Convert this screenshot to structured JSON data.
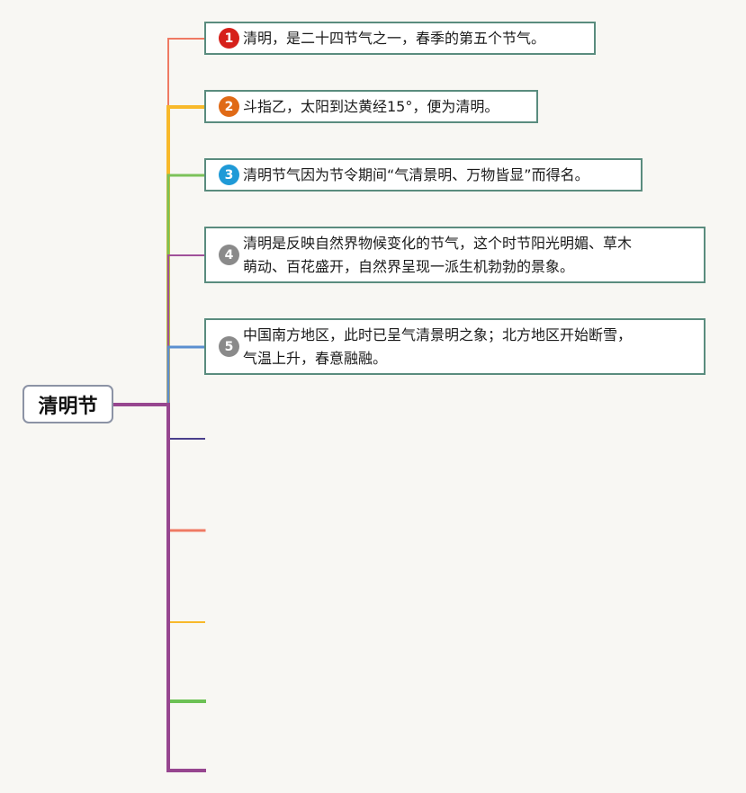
{
  "root": {
    "label": "清明节"
  },
  "nodes": [
    {
      "badge": "1",
      "text": "清明，是二十四节气之一，春季的第五个节气。",
      "badge_color": "#d6201a",
      "branch_color": "#ef7a63"
    },
    {
      "badge": "2",
      "text": "斗指乙，太阳到达黄经15°，便为清明。",
      "badge_color": "#e06a16",
      "branch_color": "#f8b92a"
    },
    {
      "badge": "3",
      "text": "清明节气因为节令期间“气清景明、万物皆显”而得名。",
      "badge_color": "#1f9ad7",
      "branch_color": "#7cc259"
    },
    {
      "badge": "4",
      "text": "清明是反映自然界物候变化的节气，这个时节阳光明媚、草木\n萌动、百花盛开，自然界呈现一派生机勃勃的景象。",
      "badge_color": "#8a8a8a",
      "branch_color": "#a0509a"
    },
    {
      "badge": "5",
      "text": "中国南方地区，此时已呈气清景明之象；北方地区开始断雪，\n气温上升，春意融融。",
      "badge_color": "#8a8a8a",
      "branch_color": "#5b8fd0"
    }
  ],
  "empty_branches": [
    {
      "color": "#4a3f8c"
    },
    {
      "color": "#ef7a63"
    },
    {
      "color": "#f8b92a"
    },
    {
      "color": "#6cc154"
    },
    {
      "color": "#97468f"
    }
  ],
  "colors": {
    "node_border": "#5a8c7e",
    "root_border": "#8c93a5",
    "background": "#f8f7f3"
  }
}
